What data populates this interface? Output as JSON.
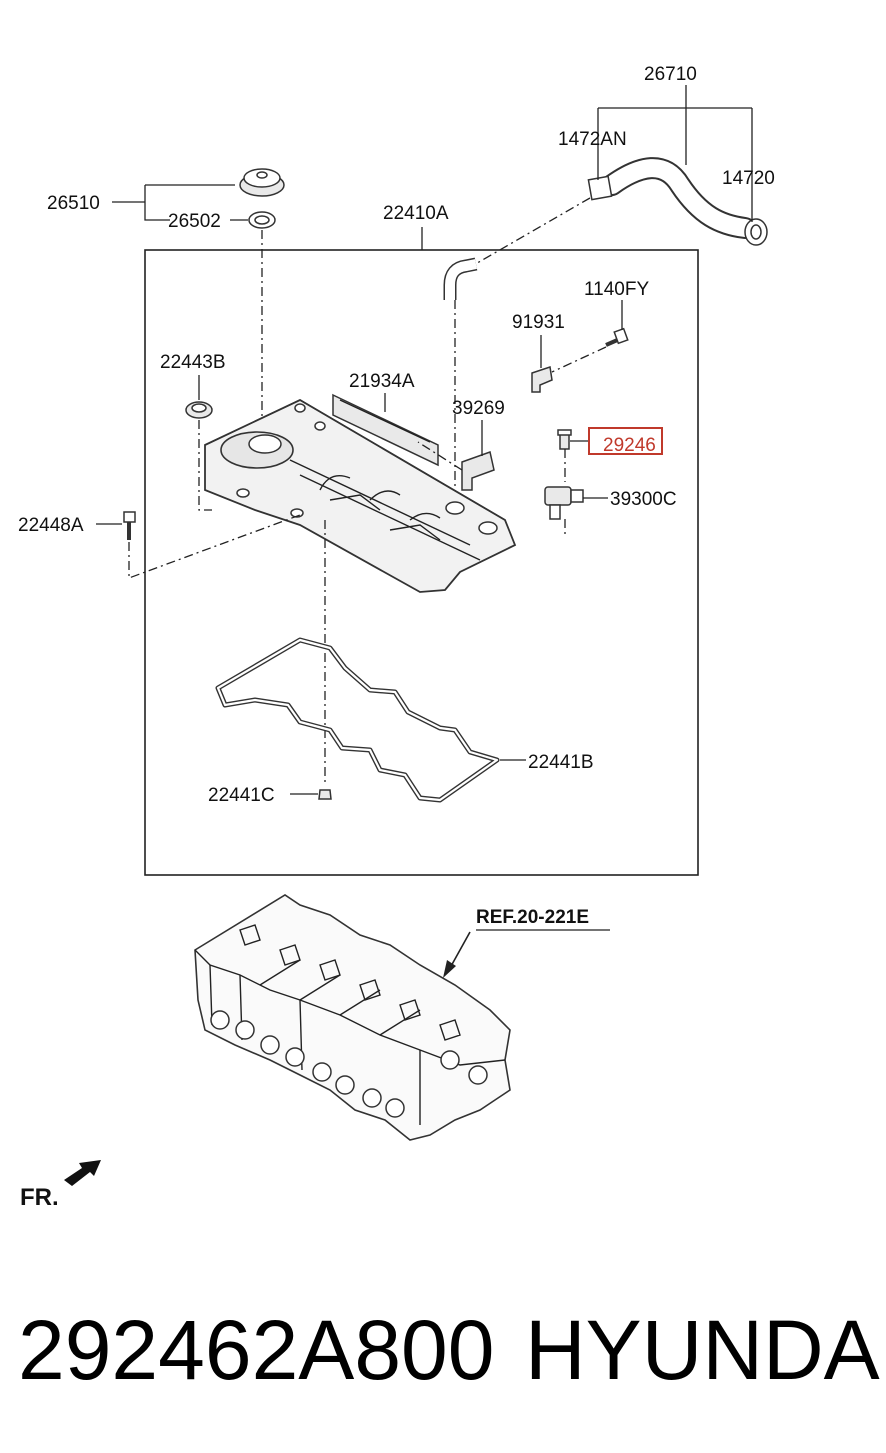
{
  "labels": {
    "l26710": "26710",
    "l1472AN": "1472AN",
    "l14720": "14720",
    "l26510": "26510",
    "l26502": "26502",
    "l22410A": "22410A",
    "l1140FY": "1140FY",
    "l91931": "91931",
    "l22443B": "22443B",
    "l21934A": "21934A",
    "l39269": "39269",
    "l29246": "29246",
    "l39300C": "39300C",
    "l22448A": "22448A",
    "l22441B": "22441B",
    "l22441C": "22441C",
    "ref": "REF.20-221E",
    "fr": "FR."
  },
  "caption": {
    "part_number": "292462A800",
    "brand": "HYUNDAI"
  },
  "highlight_color": "#c0392b"
}
